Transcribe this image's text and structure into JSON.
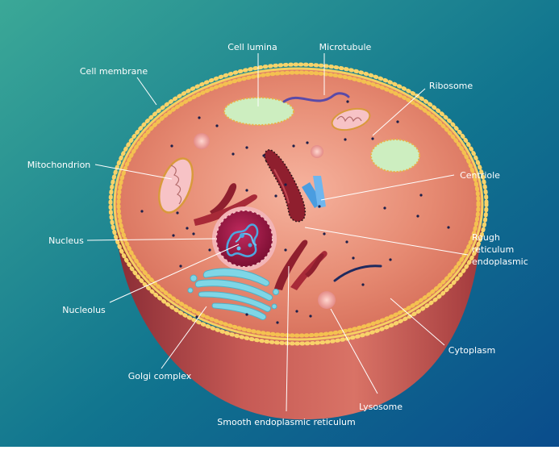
{
  "colors": {
    "bg_top_left": "#3aa89a",
    "bg_bottom_right": "#0a4f8e",
    "cytoplasm": "#e3856d",
    "membrane": "#f2c455",
    "nucleus": "#8a1538",
    "golgi": "#7fd6e6",
    "reticulum": "#8f1f2e",
    "centriole": "#4a9de0",
    "vacuole": "#cdeec0",
    "mitochondrion": "#f7c3c6",
    "lysosome": "#f0a3a0",
    "label_line": "#ffffff"
  },
  "labels": {
    "cell_lumina": "Cell lumina",
    "microtubule": "Microtubule",
    "cell_membrane": "Cell membrane",
    "ribosome": "Ribosome",
    "mitochondrion": "Mitochondrion",
    "centriole": "Centriole",
    "nucleus": "Nucleus",
    "rough_er_line1": "Rough",
    "rough_er_line2": "reticulum",
    "rough_er_line3": "endoplasmic",
    "nucleolus": "Nucleolus",
    "cytoplasm": "Cytoplasm",
    "golgi_complex": "Golgi complex",
    "lysosome": "Lysosome",
    "smooth_er": "Smooth endoplasmic reticulum"
  }
}
